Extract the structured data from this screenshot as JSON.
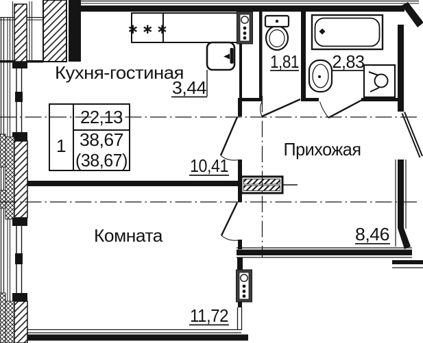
{
  "unit_info": {
    "rooms_count": "1",
    "living_area": "22,13",
    "total_area": "38,67",
    "total_area_alt": "(38,67)"
  },
  "rooms": {
    "kitchen_living": {
      "name": "Кухня-гостиная",
      "area": "10,41",
      "niche_area": "3,44"
    },
    "wc": {
      "area": "1,81"
    },
    "bathroom": {
      "area": "2,83"
    },
    "hallway": {
      "name": "Прихожая",
      "area": "8,46"
    },
    "bedroom": {
      "name": "Комната",
      "area": "11,72"
    }
  },
  "symbols": {
    "stove_burners": "∗ ∗ ∗"
  },
  "colors": {
    "line": "#141414",
    "background": "#ffffff",
    "riser_fill": "#3d3d3d"
  }
}
